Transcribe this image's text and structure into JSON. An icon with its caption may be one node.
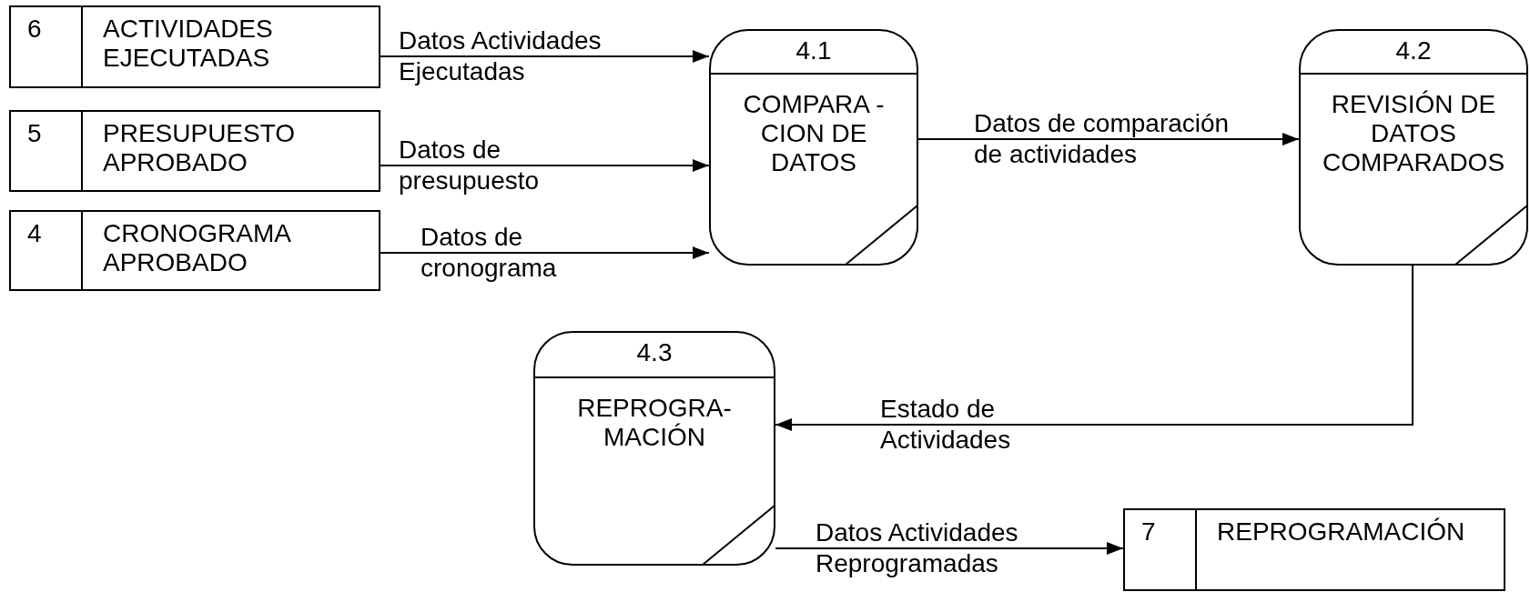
{
  "diagram": {
    "nodes": [
      {
        "text": [
          "6",
          "ACTIVIDADES EJECUTADAS"
        ]
      },
      {
        "text": [
          "5",
          "PRESUPUESTO APROBADO"
        ]
      },
      {
        "text": [
          "4",
          "CRONOGRAMA APROBADO"
        ]
      },
      {
        "text": [
          "4.1",
          "COMPARA - CION DE DATOS"
        ]
      },
      {
        "text": [
          "4.2",
          "REVISIÓN DE DATOS COMPARADOS"
        ]
      },
      {
        "text": [
          "4.3",
          "REPROGRA- MACIÓN"
        ]
      },
      {
        "text": [
          "7",
          "REPROGRAMACIÓN"
        ]
      }
    ],
    "edges": [
      {
        "from": 0,
        "to": 3,
        "arrow": "to",
        "label": "Datos Actividades Ejecutadas"
      },
      {
        "from": 1,
        "to": 3,
        "arrow": "to",
        "label": "Datos de presupuesto"
      },
      {
        "from": 2,
        "to": 3,
        "arrow": "to",
        "label": "Datos de cronograma"
      },
      {
        "from": 3,
        "to": 4,
        "arrow": "to",
        "label": "Datos de comparación de actividades"
      },
      {
        "from": 4,
        "to": 5,
        "arrow": "to",
        "label": "Estado de Actividades"
      },
      {
        "from": 5,
        "to": 6,
        "arrow": "to",
        "label": "Datos Actividades Reprogramadas"
      }
    ]
  }
}
